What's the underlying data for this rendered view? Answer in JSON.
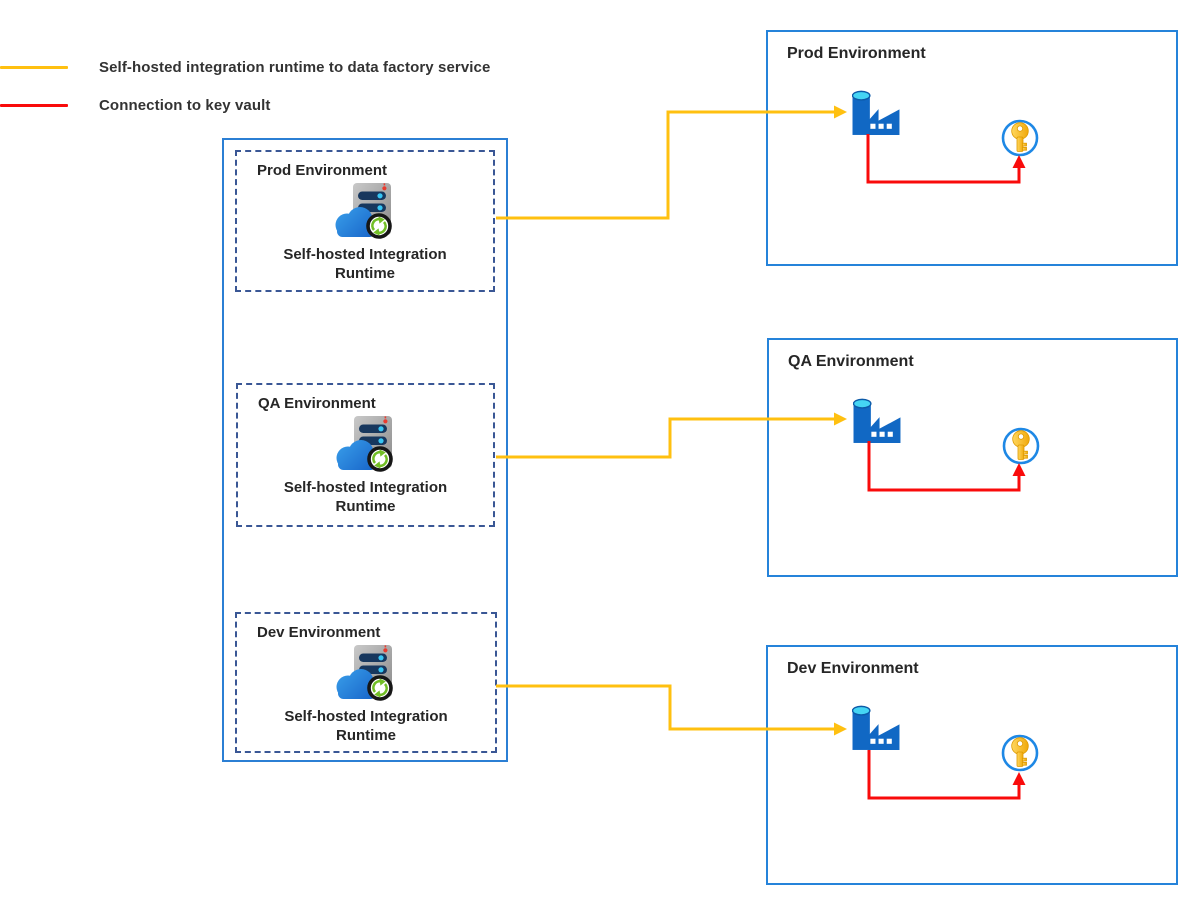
{
  "legend": {
    "items": [
      {
        "id": "shir-to-adf",
        "label": "Self-hosted integration runtime to data factory service",
        "color": "#FFC010"
      },
      {
        "id": "kv-connection",
        "label": "Connection to key vault",
        "color": "#F90B0B"
      }
    ]
  },
  "shir_panel": {
    "environments": [
      {
        "title": "Prod Environment",
        "icon": "self-hosted-integration-runtime-icon",
        "caption": "Self-hosted Integration Runtime"
      },
      {
        "title": "QA Environment",
        "icon": "self-hosted-integration-runtime-icon",
        "caption": "Self-hosted Integration Runtime"
      },
      {
        "title": "Dev Environment",
        "icon": "self-hosted-integration-runtime-icon",
        "caption": "Self-hosted Integration Runtime"
      }
    ]
  },
  "environment_boxes": [
    {
      "title": "Prod Environment",
      "icons": [
        "data-factory-icon",
        "key-vault-icon"
      ]
    },
    {
      "title": "QA Environment",
      "icons": [
        "data-factory-icon",
        "key-vault-icon"
      ]
    },
    {
      "title": "Dev Environment",
      "icons": [
        "data-factory-icon",
        "key-vault-icon"
      ]
    }
  ],
  "connections": [
    {
      "from": "prod-self-hosted-integration-runtime",
      "to": "prod-data-factory",
      "type": "shir-to-adf",
      "color": "#FFC010"
    },
    {
      "from": "qa-self-hosted-integration-runtime",
      "to": "qa-data-factory",
      "type": "shir-to-adf",
      "color": "#FFC010"
    },
    {
      "from": "dev-self-hosted-integration-runtime",
      "to": "dev-data-factory",
      "type": "shir-to-adf",
      "color": "#FFC010"
    },
    {
      "from": "prod-data-factory",
      "to": "prod-key-vault",
      "type": "kv-connection",
      "color": "#F90B0B"
    },
    {
      "from": "qa-data-factory",
      "to": "qa-key-vault",
      "type": "kv-connection",
      "color": "#F90B0B"
    },
    {
      "from": "dev-data-factory",
      "to": "dev-key-vault",
      "type": "kv-connection",
      "color": "#F90B0B"
    }
  ],
  "colors": {
    "solid_box_border": "#2583DA",
    "outer_box_border": "#2B7FD4",
    "dashed_box_border": "#3A5795",
    "shir_flow": "#FFC010",
    "key_vault_flow": "#F90B0B",
    "text": "#262626"
  }
}
